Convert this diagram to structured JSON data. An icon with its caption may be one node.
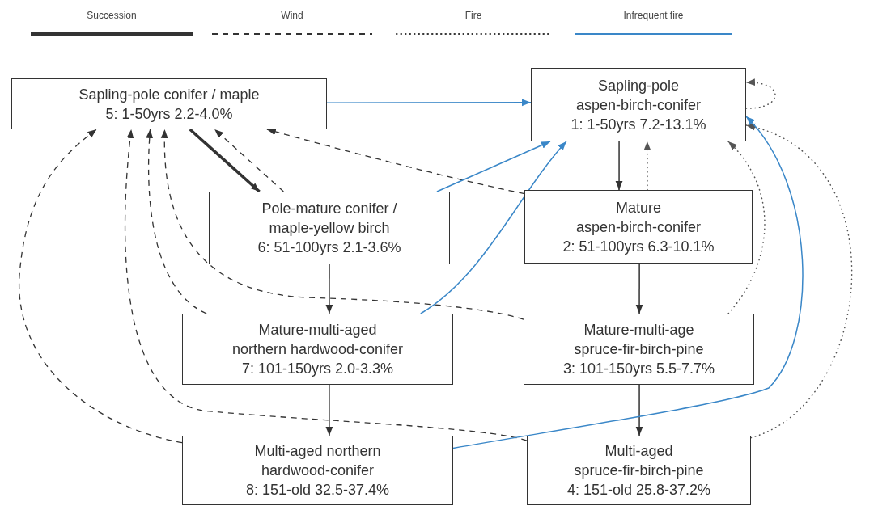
{
  "diagram": {
    "nodes": [
      {
        "text": [
          "Sapling-pole conifer / maple",
          "5: 1-50yrs 2.2-4.0%"
        ]
      },
      {
        "text": [
          "Sapling-pole aspen-birch-conifer",
          "1: 1-50yrs 7.2-13.1%"
        ]
      },
      {
        "text": [
          "Pole-mature conifer / maple-yellow birch",
          "6: 51-100yrs 2.1-3.6%"
        ]
      },
      {
        "text": [
          "Mature aspen-birch-conifer",
          "2: 51-100yrs 6.3-10.1%"
        ]
      },
      {
        "text": [
          "Mature-multi-aged northern hardwood-conifer",
          "7: 101-150yrs 2.0-3.3%"
        ]
      },
      {
        "text": [
          "Mature-multi-age spruce-fir-birch-pine",
          "3: 101-150yrs 5.5-7.7%"
        ]
      },
      {
        "text": [
          "Multi-aged northern hardwood-conifer",
          "8: 151-old 32.5-37.4%"
        ]
      },
      {
        "text": [
          "Multi-aged spruce-fir-birch-pine",
          "4: 151-old 25.8-37.2%"
        ]
      }
    ],
    "edges": [
      {
        "from": 0,
        "to": 1,
        "arrow": "to",
        "color": "#3a87c8"
      },
      {
        "from": 0,
        "to": 2,
        "arrow": "to",
        "style": "thick"
      },
      {
        "from": 2,
        "to": 4,
        "arrow": "to"
      },
      {
        "from": 4,
        "to": 6,
        "arrow": "to"
      },
      {
        "from": 1,
        "to": 3,
        "arrow": "to"
      },
      {
        "from": 3,
        "to": 5,
        "arrow": "to"
      },
      {
        "from": 5,
        "to": 7,
        "arrow": "to"
      },
      {
        "from": 2,
        "to": 0,
        "arrow": "to",
        "style": "dashed"
      },
      {
        "from": 3,
        "to": 0,
        "arrow": "to",
        "style": "dashed"
      },
      {
        "from": 4,
        "to": 0,
        "arrow": "to",
        "style": "dashed"
      },
      {
        "from": 5,
        "to": 0,
        "arrow": "to",
        "style": "dashed"
      },
      {
        "from": 6,
        "to": 0,
        "arrow": "to",
        "style": "dashed"
      },
      {
        "from": 7,
        "to": 0,
        "arrow": "to",
        "style": "dashed"
      },
      {
        "from": 3,
        "to": 1,
        "arrow": "to",
        "style": "dashed",
        "color": "#555555"
      },
      {
        "from": 5,
        "to": 1,
        "arrow": "to",
        "style": "dashed",
        "color": "#555555"
      },
      {
        "from": 7,
        "to": 1,
        "arrow": "to",
        "style": "dashed",
        "color": "#555555"
      },
      {
        "from": 1,
        "to": 1,
        "arrow": "to",
        "style": "dashed",
        "color": "#555555"
      },
      {
        "from": 2,
        "to": 1,
        "arrow": "to",
        "color": "#3a87c8"
      },
      {
        "from": 4,
        "to": 1,
        "arrow": "to",
        "color": "#3a87c8"
      },
      {
        "from": 6,
        "to": 1,
        "arrow": "to",
        "color": "#3a87c8"
      }
    ],
    "legend": [
      {
        "text": "Succession"
      },
      {
        "text": "Wind"
      },
      {
        "text": "Fire"
      },
      {
        "text": "Infrequent fire"
      }
    ]
  }
}
